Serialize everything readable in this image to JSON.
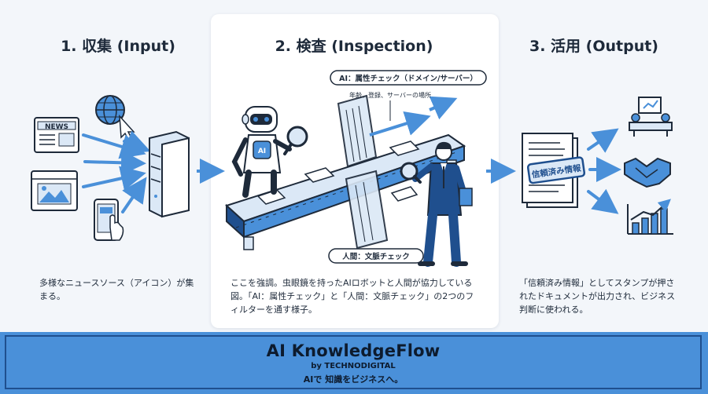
{
  "sections": [
    {
      "title": "1. 収集 (Input)",
      "description": "多様なニュースソース（アイコン）が集まる。"
    },
    {
      "title": "2. 検査 (Inspection)",
      "description": "ここを強調。虫眼鏡を持ったAIロボットと人間が協力している図。「AI：属性チェック」と「人間：文脈チェック」の2つのフィルターを通す様子。"
    },
    {
      "title": "3. 活用 (Output)",
      "description": "「信頼済み情報」としてスタンプが押されたドキュメントが出力され、ビジネス判断に使われる。"
    }
  ],
  "illustration": {
    "news_label": "NEWS",
    "robot_label": "AI",
    "ai_filter_label": "AI：属性チェック（ドメイン/サーバー）",
    "ai_filter_note": "年齢、登録、サーバーの場所",
    "human_filter_label": "人間：文脈チェック",
    "stamp_label": "信頼済み情報"
  },
  "footer": {
    "title": "AI KnowledgeFlow",
    "subtitle": "by TECHNODIGITAL",
    "tagline": "AIで 知識をビジネスへ。"
  },
  "colors": {
    "accent": "#4a90d9",
    "dark": "#1f4f8e",
    "line": "#1e2a3a",
    "fill_light": "#dbe8f6"
  }
}
